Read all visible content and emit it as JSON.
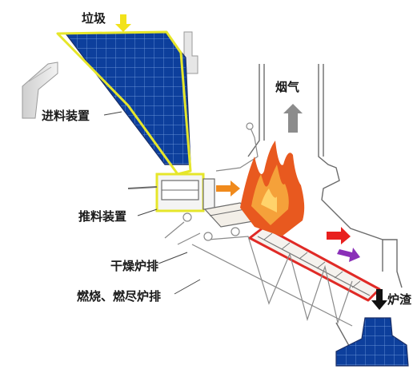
{
  "labels": {
    "garbage": "垃圾",
    "feeding_device": "进料装置",
    "smoke": "烟气",
    "pushing_device": "推料装置",
    "drying_grate": "干燥炉排",
    "combustion_grate": "燃烧、燃尽炉排",
    "slag": "炉渣"
  },
  "colors": {
    "hopper_fill": "#0d3f9c",
    "feeder_outline": "#e6e62a",
    "grate_outline": "#e02a26",
    "flame": "#e8591f",
    "arrow_orange": "#f08a1c",
    "arrow_red": "#e8201e",
    "arrow_purple": "#8a2fb8",
    "arrow_gray": "#8c8c8c",
    "arrow_black": "#111111",
    "arrow_yellow": "#f2e21b"
  }
}
